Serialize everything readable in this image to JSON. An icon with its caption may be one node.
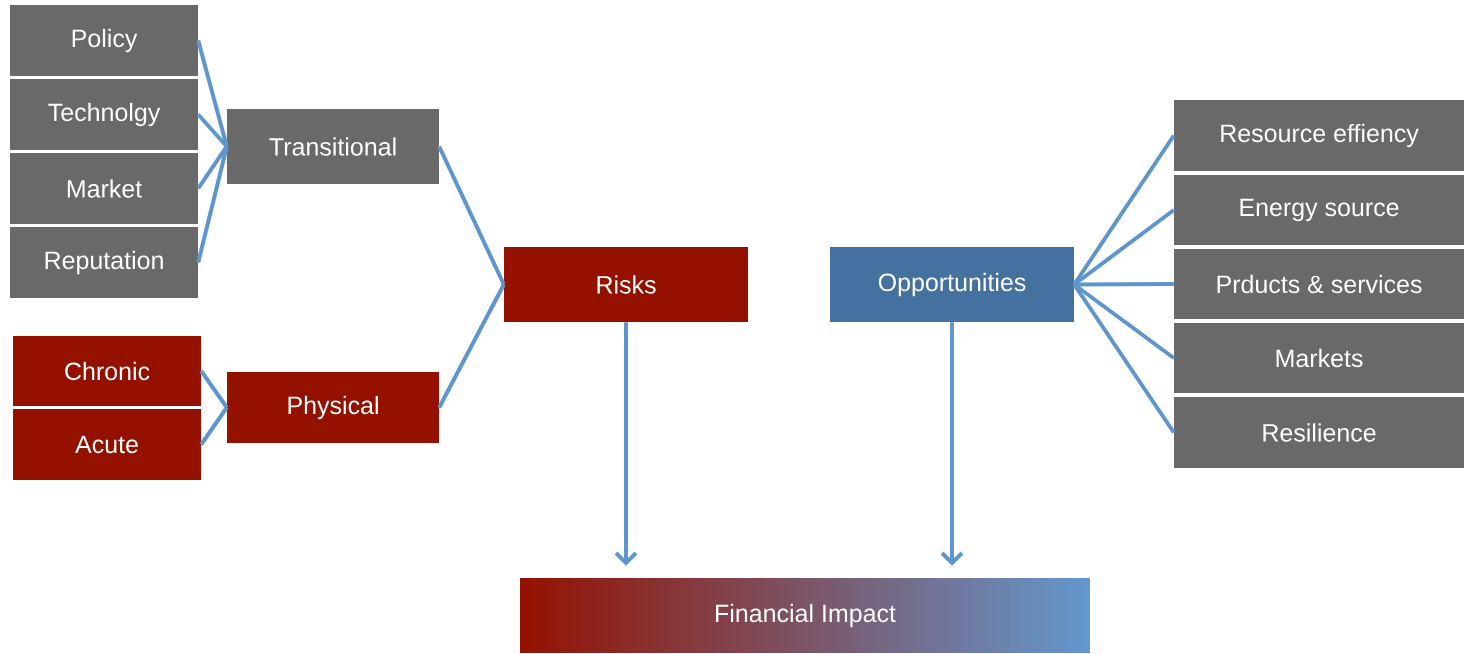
{
  "diagram": {
    "nodes": [
      {
        "text": [
          "Policy"
        ]
      },
      {
        "text": [
          "Technolgy"
        ]
      },
      {
        "text": [
          "Market"
        ]
      },
      {
        "text": [
          "Reputation"
        ]
      },
      {
        "text": [
          "Transitional"
        ]
      },
      {
        "text": [
          "Chronic"
        ]
      },
      {
        "text": [
          "Acute"
        ]
      },
      {
        "text": [
          "Physical"
        ]
      },
      {
        "text": [
          "Risks"
        ]
      },
      {
        "text": [
          "Opportunities"
        ]
      },
      {
        "text": [
          "Resource effiency"
        ]
      },
      {
        "text": [
          "Energy source"
        ]
      },
      {
        "text": [
          "Prducts & services"
        ]
      },
      {
        "text": [
          "Markets"
        ]
      },
      {
        "text": [
          "Resilience"
        ]
      },
      {
        "text": [
          "Financial Impact"
        ]
      }
    ],
    "edges": [
      {
        "from": 0,
        "to": 4,
        "arrow": "none"
      },
      {
        "from": 1,
        "to": 4,
        "arrow": "none"
      },
      {
        "from": 2,
        "to": 4,
        "arrow": "none"
      },
      {
        "from": 3,
        "to": 4,
        "arrow": "none"
      },
      {
        "from": 5,
        "to": 7,
        "arrow": "none"
      },
      {
        "from": 6,
        "to": 7,
        "arrow": "none"
      },
      {
        "from": 4,
        "to": 8,
        "arrow": "none"
      },
      {
        "from": 7,
        "to": 8,
        "arrow": "none"
      },
      {
        "from": 10,
        "to": 9,
        "arrow": "none"
      },
      {
        "from": 11,
        "to": 9,
        "arrow": "none"
      },
      {
        "from": 12,
        "to": 9,
        "arrow": "none"
      },
      {
        "from": 13,
        "to": 9,
        "arrow": "none"
      },
      {
        "from": 14,
        "to": 9,
        "arrow": "none"
      },
      {
        "from": 8,
        "to": 15,
        "arrow": "to"
      },
      {
        "from": 9,
        "to": 15,
        "arrow": "to"
      }
    ]
  }
}
